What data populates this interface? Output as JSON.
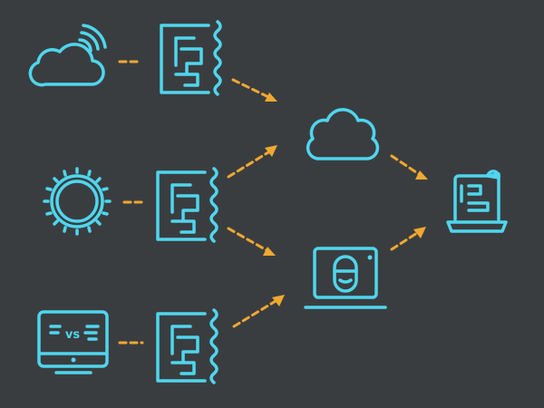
{
  "colors": {
    "background": "#3a3d40",
    "icon": "#4fd6ee",
    "connector": "#f0a830"
  },
  "nodes": [
    {
      "id": "cloud-wifi",
      "icon": "cloud-wifi-icon"
    },
    {
      "id": "sun-gear",
      "icon": "gear-icon"
    },
    {
      "id": "monitor",
      "icon": "monitor-icon",
      "label": "vs"
    },
    {
      "id": "circuit-1",
      "icon": "circuit-board-icon"
    },
    {
      "id": "circuit-2",
      "icon": "circuit-board-icon"
    },
    {
      "id": "circuit-3",
      "icon": "circuit-board-icon"
    },
    {
      "id": "cloud",
      "icon": "cloud-icon"
    },
    {
      "id": "laptop-capsule",
      "icon": "laptop-icon"
    },
    {
      "id": "document-laptop",
      "icon": "document-icon"
    }
  ]
}
